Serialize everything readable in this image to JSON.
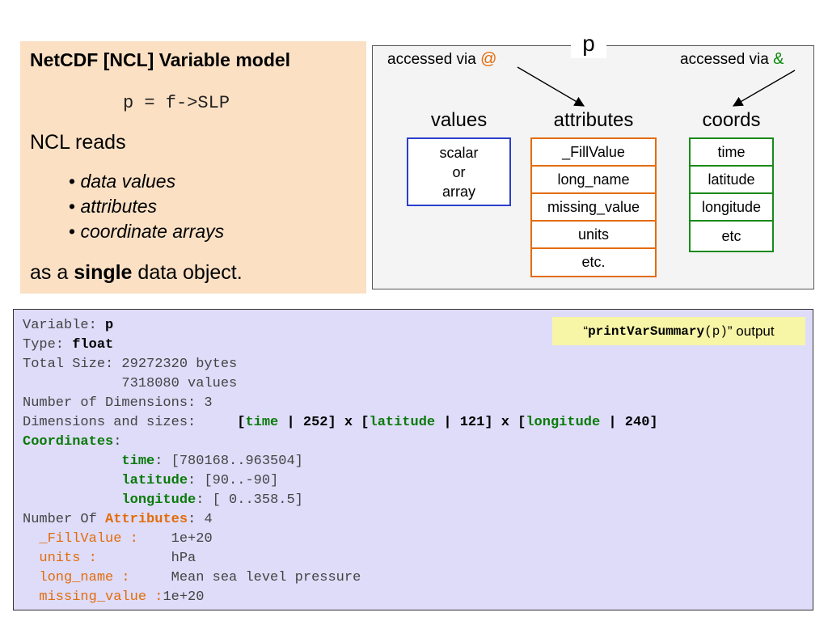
{
  "model": {
    "title": "NetCDF [NCL] Variable model",
    "code": "p = f->SLP",
    "reads": "NCL reads",
    "bullets": [
      "data values",
      "attributes",
      "coordinate arrays"
    ],
    "single_pre": "as a",
    "single_bold": "single",
    "single_post": "data object."
  },
  "diagram": {
    "var_name": "p",
    "accessed_at_text": "accessed via",
    "accessed_at_symbol": "@",
    "accessed_amp_text": "accessed via",
    "accessed_amp_symbol": "&",
    "values_header": "values",
    "values_cell": [
      "scalar",
      "or",
      "array"
    ],
    "attributes_header": "attributes",
    "attributes": [
      "_FillValue",
      "long_name",
      "missing_value",
      "units",
      "etc."
    ],
    "coords_header": "coords",
    "coords": [
      "time",
      "latitude",
      "longitude",
      "etc"
    ]
  },
  "summary": {
    "badge_open": "“",
    "badge_code_bold": "printVarSummary",
    "badge_code_arg": "(p)",
    "badge_close": "” output",
    "variable_label": "Variable: ",
    "variable_value": "p",
    "type_label": "Type: ",
    "type_value": "float",
    "total_size": "Total Size: 29272320 bytes",
    "values_line": "            7318080 values",
    "num_dims": "Number of Dimensions: 3",
    "dims_label": "Dimensions and sizes:     ",
    "dims": [
      {
        "name": "time",
        "size": "252"
      },
      {
        "name": "latitude",
        "size": "121"
      },
      {
        "name": "longitude",
        "size": "240"
      }
    ],
    "coordinates_label": "Coordinates",
    "coordinates": [
      {
        "name": "time",
        "range": "[780168..963504]"
      },
      {
        "name": "latitude",
        "range": "[90..-90]"
      },
      {
        "name": "longitude",
        "range": "[ 0..358.5]"
      }
    ],
    "num_attr_label": "Number Of ",
    "attributes_word": "Attributes",
    "num_attr_value": ": 4",
    "attributes": [
      {
        "name": "  _FillValue :    ",
        "value": "1e+20"
      },
      {
        "name": "  units :         ",
        "value": "hPa"
      },
      {
        "name": "  long_name :     ",
        "value": "Mean sea level pressure"
      },
      {
        "name": "  missing_value :",
        "value": "1e+20"
      }
    ]
  },
  "colors": {
    "model_bg": "#fbe0c4",
    "summary_bg": "#dedcf9",
    "attribute_orange": "#e36c0a",
    "coord_green": "#0a7a0a",
    "values_blue": "#2b3fcc",
    "badge_bg": "#f7f5a6"
  }
}
